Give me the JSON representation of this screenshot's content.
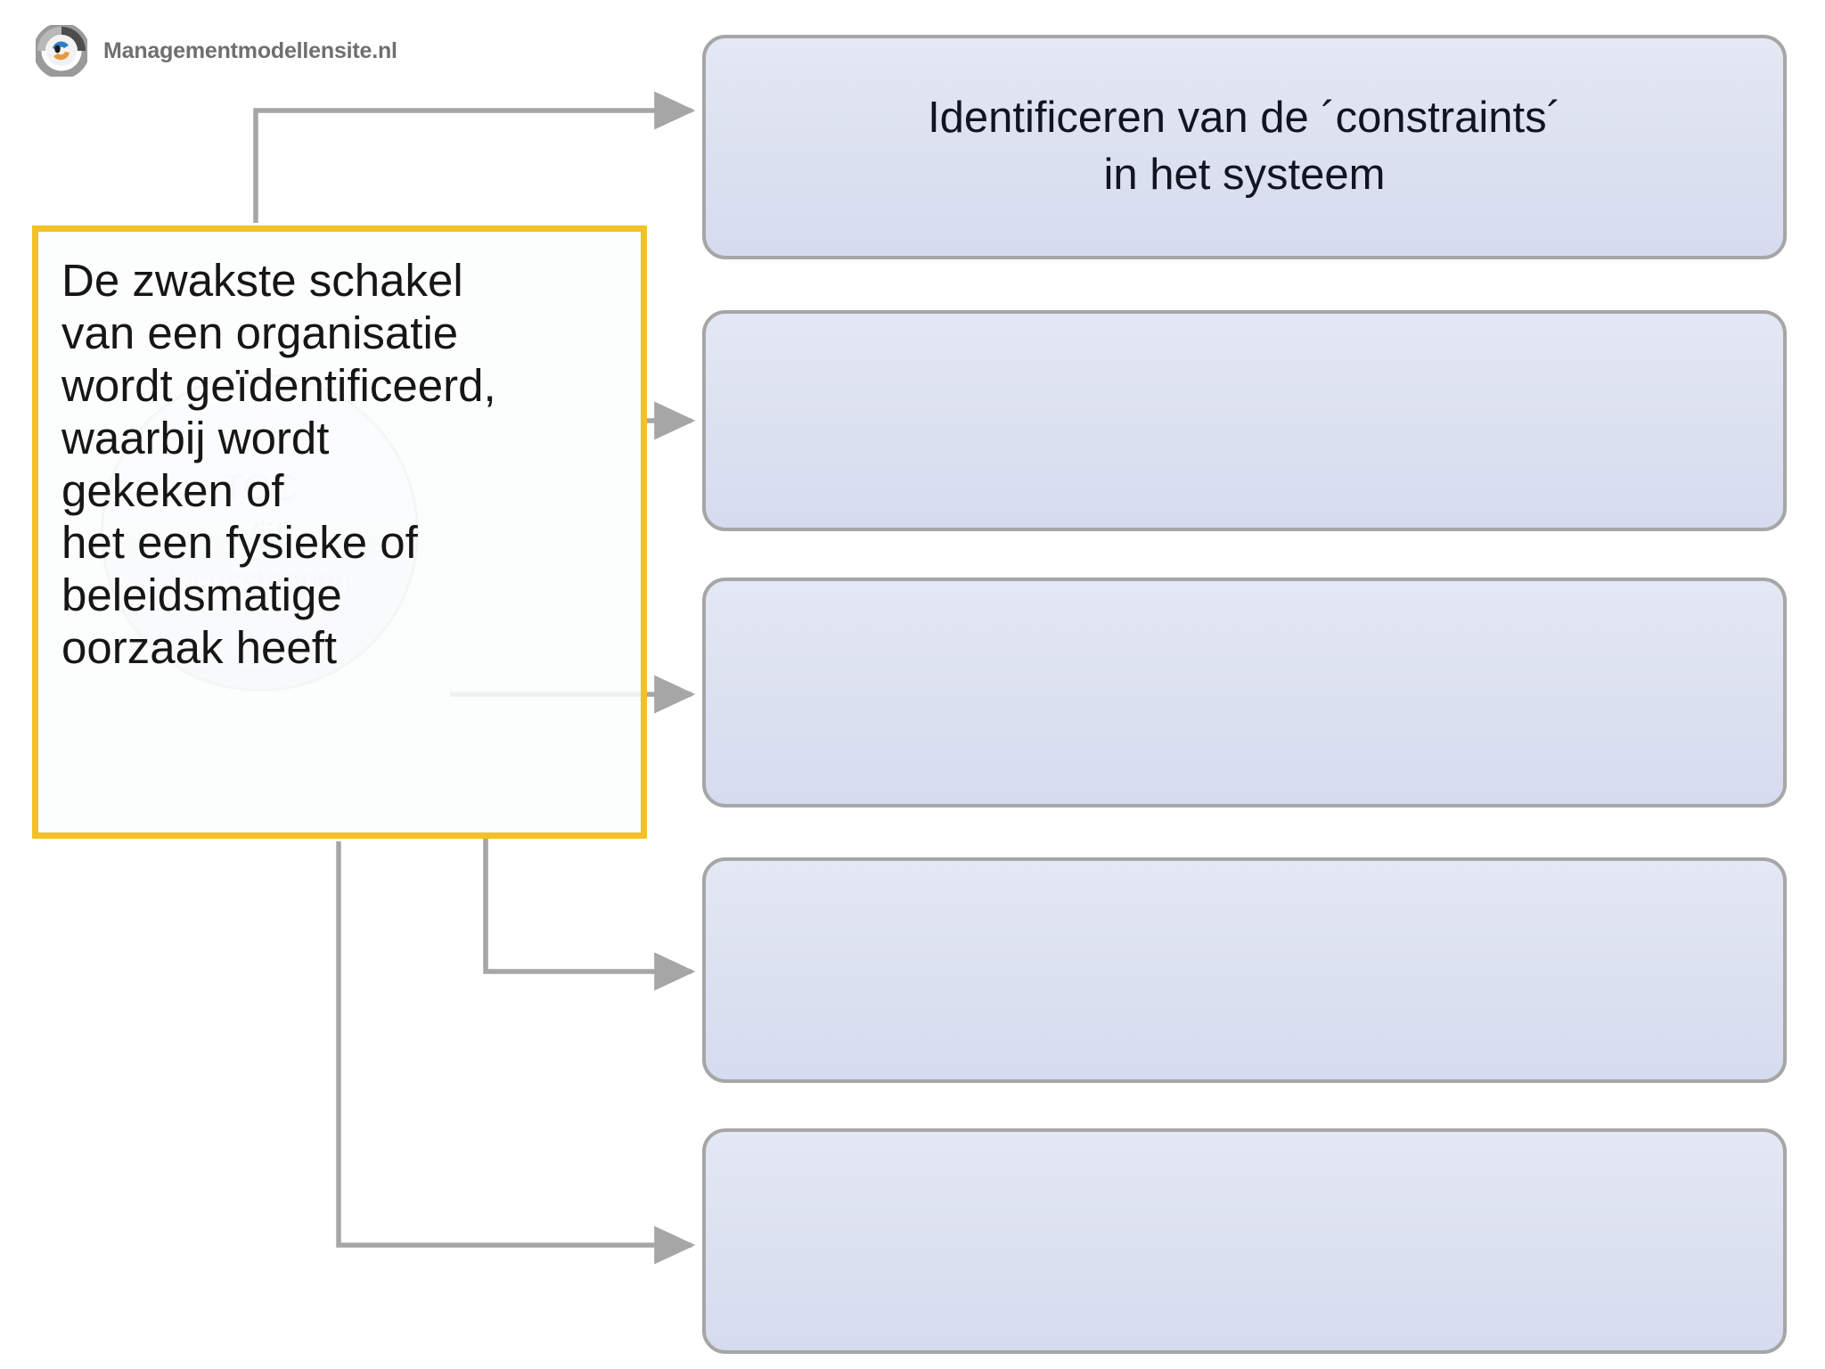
{
  "brand": {
    "name": "Managementmodellensite.nl",
    "logo_icon": "circular-logo-icon",
    "text_color": "#6f6f6f"
  },
  "watermark": {
    "line1": "TOC",
    "line2": "Vijf",
    "line3": "focusstappen",
    "color": "#d7dbe6",
    "shape": "circle"
  },
  "note": {
    "text": "De zwakste schakel\nvan een organisatie\nwordt geïdentificeerd,\nwaarbij wordt\ngekeken of\nhet een fysieke of\nbeleidsmatige\noorzaak heeft",
    "border_color": "#f2c224"
  },
  "diagram": {
    "type": "flowchart",
    "connector_color": "#a6a6a6",
    "box_fill": "#dde2f1",
    "box_border": "#a6a6a6",
    "steps": [
      {
        "index": 1,
        "label": "Identificeren van de ´constraints´\nin het systeem"
      },
      {
        "index": 2,
        "label": ""
      },
      {
        "index": 3,
        "label": ""
      },
      {
        "index": 4,
        "label": ""
      },
      {
        "index": 5,
        "label": ""
      }
    ]
  }
}
